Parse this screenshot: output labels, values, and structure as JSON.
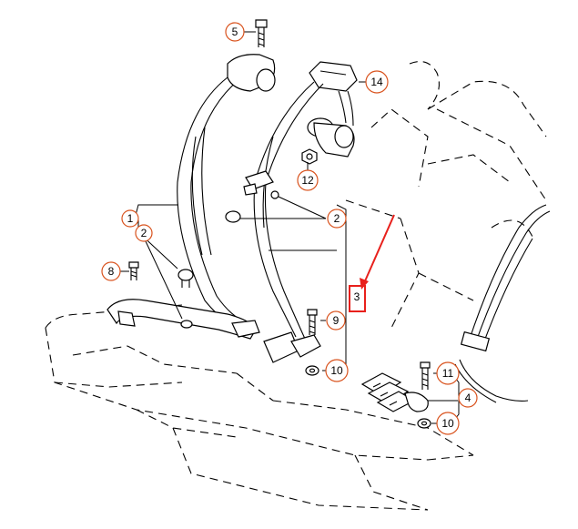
{
  "diagram": {
    "callouts": [
      {
        "id": "c5",
        "label": "5"
      },
      {
        "id": "c14",
        "label": "14"
      },
      {
        "id": "c12",
        "label": "12"
      },
      {
        "id": "c1",
        "label": "1"
      },
      {
        "id": "c2a",
        "label": "2"
      },
      {
        "id": "c2b",
        "label": "2"
      },
      {
        "id": "c8",
        "label": "8"
      },
      {
        "id": "c3",
        "label": "3"
      },
      {
        "id": "c9",
        "label": "9"
      },
      {
        "id": "c10a",
        "label": "10"
      },
      {
        "id": "c11",
        "label": "11"
      },
      {
        "id": "c4",
        "label": "4"
      },
      {
        "id": "c10b",
        "label": "10"
      }
    ],
    "highlight": {
      "color": "#e8201c"
    },
    "callout_color": "#d9531e"
  }
}
